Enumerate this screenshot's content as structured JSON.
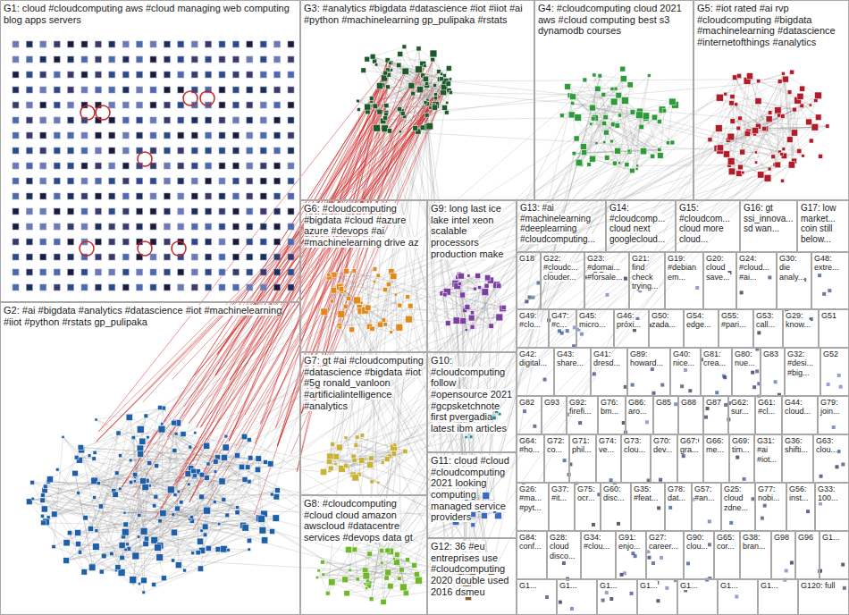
{
  "diagram": {
    "nodes": [
      {
        "text": [
          "G1: cloud #cloudcomputing aws #cloud managing web computing blog apps servers"
        ]
      },
      {
        "text": [
          "G2: #ai #bigdata #analytics #datascience #iot #machinelearning #iiot #python #rstats gp_pulipaka"
        ]
      },
      {
        "text": [
          "G3: #analytics #bigdata #datascience #iot #iiot #ai #python #machinelearning gp_pulipaka #rstats"
        ]
      },
      {
        "text": [
          "G4: #cloudcomputing cloud 2021 aws #cloud computing best s3 dynamodb courses"
        ]
      },
      {
        "text": [
          "G5: #iot rated #ai rvp #cloudcomputing #bigdata #machinelearning #datascience #internetofthings #analytics"
        ]
      },
      {
        "text": [
          "G6: #cloudcomputing #bigdata #cloud #azure azure #devops #ai #machinelearning drive az"
        ]
      },
      {
        "text": [
          "G7: gt #ai #cloudcomputing #datascience #bigdata #iot #5g ronald_vanloon #artificialintelligence #analytics"
        ]
      },
      {
        "text": [
          "G8: #cloudcomputing #cloud cloud amazon awscloud #datacentre services #devops data gt"
        ]
      },
      {
        "text": [
          "G9: long last ice lake intel xeon scalable processors production make"
        ]
      },
      {
        "text": [
          "G10: #cloudcomputing follow #opensource 2021 #gcpsketchnote first pvergadia latest ibm articles"
        ]
      },
      {
        "text": [
          "G11: cloud #cloud #cloudcomputing 2021 looking computing managed service providers"
        ]
      },
      {
        "text": [
          "G12: 36 #eu entreprises use #cloudcomputing 2020 double used 2016 dsmeu"
        ]
      },
      {
        "text": [
          "G13: #ai #machinelearning #deeplearning #cloudcomputing..."
        ]
      },
      {
        "text": [
          "G14: #cloudcomp... cloud next googlecloud..."
        ]
      },
      {
        "text": [
          "G15: #cloudcom... cloud more cloud..."
        ]
      },
      {
        "text": [
          "G16: gt ssi_innova... sd wan..."
        ]
      },
      {
        "text": [
          "G17: low market... coin still below..."
        ]
      },
      {
        "text": [
          "G18"
        ]
      },
      {
        "text": [
          "G22: #cloudc... clouder..."
        ]
      },
      {
        "text": [
          "G23: #domai... #forsale..."
        ]
      },
      {
        "text": [
          "G21: find check trying..."
        ]
      },
      {
        "text": [
          "G19: #debian em..."
        ]
      },
      {
        "text": [
          "G20: cloud save..."
        ]
      },
      {
        "text": [
          "G24: #cloud... #ai..."
        ]
      },
      {
        "text": [
          "G30: die analy..."
        ]
      },
      {
        "text": [
          "G48: extre..."
        ]
      },
      {
        "text": [
          "G49: #clo..."
        ]
      },
      {
        "text": [
          "G47: #c..."
        ]
      },
      {
        "text": [
          "G45: micro..."
        ]
      },
      {
        "text": [
          "G46: próxi..."
        ]
      },
      {
        "text": [
          "G50: zada..."
        ]
      },
      {
        "text": [
          "G54: edge..."
        ]
      },
      {
        "text": [
          "G55: #pari..."
        ]
      },
      {
        "text": [
          "G53: call..."
        ]
      },
      {
        "text": [
          "G29: know..."
        ]
      },
      {
        "text": [
          "G51"
        ]
      },
      {
        "text": [
          "G42: digital..."
        ]
      },
      {
        "text": [
          "G43: share..."
        ]
      },
      {
        "text": [
          "G41: dresd..."
        ]
      },
      {
        "text": [
          "G89: howard..."
        ]
      },
      {
        "text": [
          "G40: nice..."
        ]
      },
      {
        "text": [
          "G81: crea..."
        ]
      },
      {
        "text": [
          "G80: nue..."
        ]
      },
      {
        "text": [
          "G83"
        ]
      },
      {
        "text": [
          "G32: #desi... #big..."
        ]
      },
      {
        "text": [
          "G52"
        ]
      },
      {
        "text": [
          "G82"
        ]
      },
      {
        "text": [
          "G93"
        ]
      },
      {
        "text": [
          "G92: firefi..."
        ]
      },
      {
        "text": [
          "G76: bm..."
        ]
      },
      {
        "text": [
          "G86: aro..."
        ]
      },
      {
        "text": [
          "G85"
        ]
      },
      {
        "text": [
          "G88"
        ]
      },
      {
        "text": [
          "G87"
        ]
      },
      {
        "text": [
          "G62: sur..."
        ]
      },
      {
        "text": [
          "G61: #cl..."
        ]
      },
      {
        "text": [
          "G44: cloud..."
        ]
      },
      {
        "text": [
          "G79: join..."
        ]
      },
      {
        "text": [
          "G64: #ho..."
        ]
      },
      {
        "text": [
          "G72: co..."
        ]
      },
      {
        "text": [
          "G71: phil..."
        ]
      },
      {
        "text": [
          "G74: ve..."
        ]
      },
      {
        "text": [
          "G73: clou..."
        ]
      },
      {
        "text": [
          "G70: dev..."
        ]
      },
      {
        "text": [
          "G67: gra..."
        ]
      },
      {
        "text": [
          "G66: me..."
        ]
      },
      {
        "text": [
          "G69: tim..."
        ]
      },
      {
        "text": [
          "G31: #ai #iot..."
        ]
      },
      {
        "text": [
          "G36: shifti..."
        ]
      },
      {
        "text": [
          "G63: clou..."
        ]
      },
      {
        "text": [
          "G26: #ma... #pyt..."
        ]
      },
      {
        "text": [
          "G37: #it..."
        ]
      },
      {
        "text": [
          "G75: ocr..."
        ]
      },
      {
        "text": [
          "G60: disc..."
        ]
      },
      {
        "text": [
          "G35: #feat..."
        ]
      },
      {
        "text": [
          "G78: dat..."
        ]
      },
      {
        "text": [
          "G57: #an..."
        ]
      },
      {
        "text": [
          "G25: cloud zdne..."
        ]
      },
      {
        "text": [
          "G77: nobi..."
        ]
      },
      {
        "text": [
          "G56: inst..."
        ]
      },
      {
        "text": [
          "G33: 100..."
        ]
      },
      {
        "text": [
          "G84: conf..."
        ]
      },
      {
        "text": [
          "G28: cloud disco..."
        ]
      },
      {
        "text": [
          "G34: #clou..."
        ]
      },
      {
        "text": [
          "G91: enjo..."
        ]
      },
      {
        "text": [
          "G27: career..."
        ]
      },
      {
        "text": [
          "G90: clou..."
        ]
      },
      {
        "text": [
          "G65: cor..."
        ]
      },
      {
        "text": [
          "G38: bran..."
        ]
      },
      {
        "text": [
          "G98"
        ]
      },
      {
        "text": [
          "G96"
        ]
      },
      {
        "text": [
          "G1..."
        ]
      },
      {
        "text": [
          "G1..."
        ]
      },
      {
        "text": [
          "G1..."
        ]
      },
      {
        "text": [
          "G1..."
        ]
      },
      {
        "text": [
          "G1..."
        ]
      },
      {
        "text": [
          "G1..."
        ]
      },
      {
        "text": [
          "G1..."
        ]
      },
      {
        "text": [
          "G1..."
        ]
      },
      {
        "text": [
          "G120: full"
        ]
      }
    ]
  }
}
